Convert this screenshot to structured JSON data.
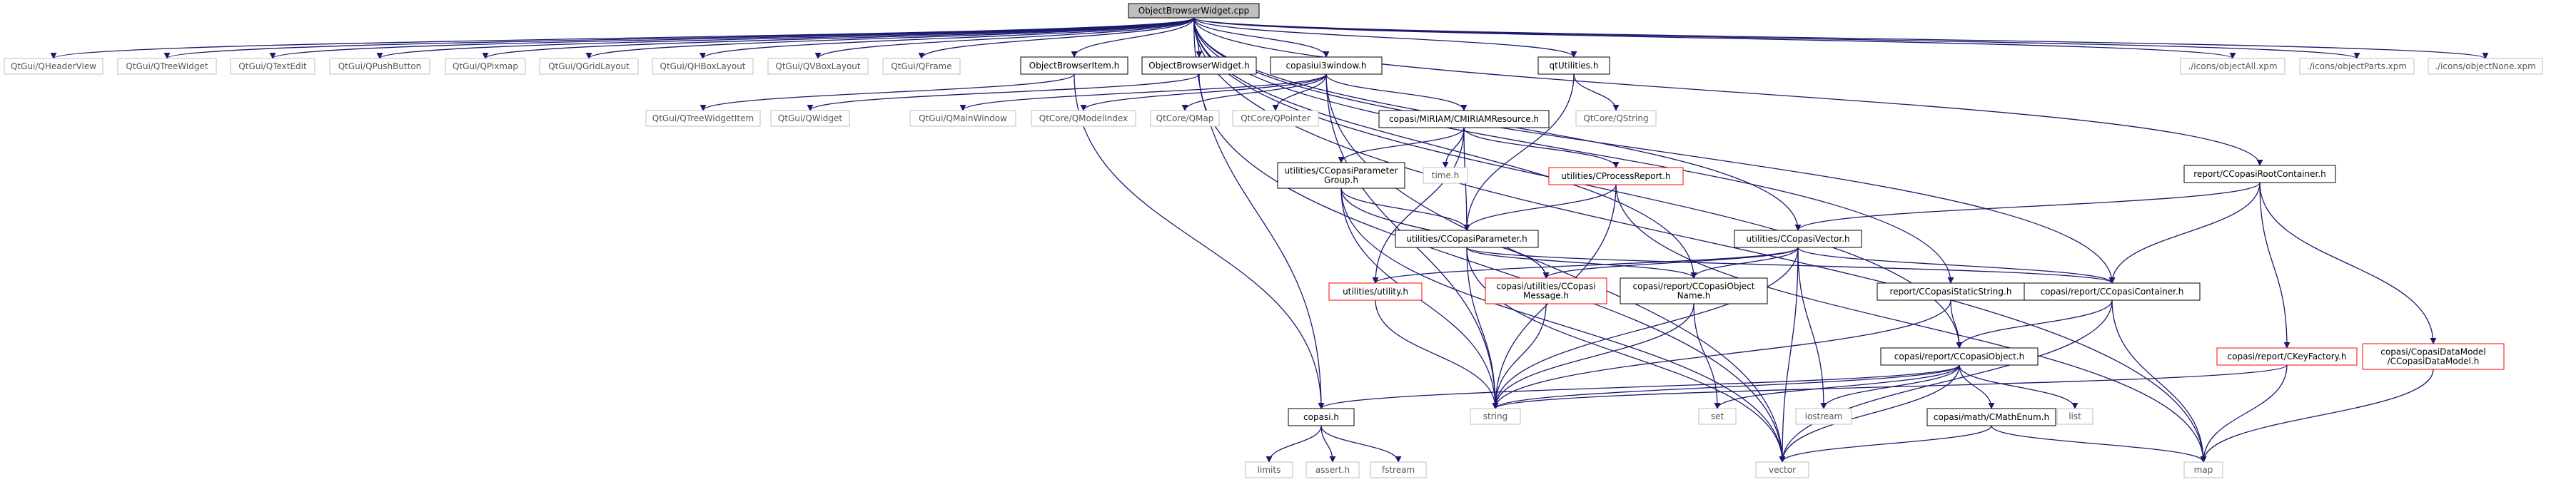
{
  "diagram": {
    "root": "n_root",
    "colors": {
      "edge": "#191970",
      "node_border": "#000000",
      "missing_border": "#bfbfbf",
      "truncated_border": "#ff0000",
      "root_fill": "#bfbfbf",
      "text": "#000000",
      "missing_text": "#555555"
    },
    "nodes": [
      {
        "id": "n_root",
        "label": [
          "ObjectBrowserWidget.cpp"
        ],
        "style": "root"
      },
      {
        "id": "n_qheaderview",
        "label": [
          "QtGui/QHeaderView"
        ],
        "style": "missing"
      },
      {
        "id": "n_qtreewidget",
        "label": [
          "QtGui/QTreeWidget"
        ],
        "style": "missing"
      },
      {
        "id": "n_qtextedit",
        "label": [
          "QtGui/QTextEdit"
        ],
        "style": "missing"
      },
      {
        "id": "n_qpushbutton",
        "label": [
          "QtGui/QPushButton"
        ],
        "style": "missing"
      },
      {
        "id": "n_qpixmap",
        "label": [
          "QtGui/QPixmap"
        ],
        "style": "missing"
      },
      {
        "id": "n_qgridlayout",
        "label": [
          "QtGui/QGridLayout"
        ],
        "style": "missing"
      },
      {
        "id": "n_qhboxlayout",
        "label": [
          "QtGui/QHBoxLayout"
        ],
        "style": "missing"
      },
      {
        "id": "n_qvboxlayout",
        "label": [
          "QtGui/QVBoxLayout"
        ],
        "style": "missing"
      },
      {
        "id": "n_qframe",
        "label": [
          "QtGui/QFrame"
        ],
        "style": "missing"
      },
      {
        "id": "n_obi",
        "label": [
          "ObjectBrowserItem.h"
        ],
        "style": "normal"
      },
      {
        "id": "n_obw",
        "label": [
          "ObjectBrowserWidget.h"
        ],
        "style": "normal"
      },
      {
        "id": "n_copasi3window",
        "label": [
          "copasiui3window.h"
        ],
        "style": "normal"
      },
      {
        "id": "n_qtutilities",
        "label": [
          "qtUtilities.h"
        ],
        "style": "normal"
      },
      {
        "id": "n_objall",
        "label": [
          "./icons/objectAll.xpm"
        ],
        "style": "missing"
      },
      {
        "id": "n_objparts",
        "label": [
          "./icons/objectParts.xpm"
        ],
        "style": "missing"
      },
      {
        "id": "n_objnone",
        "label": [
          "./icons/objectNone.xpm"
        ],
        "style": "missing"
      },
      {
        "id": "n_qtreewidgetitem",
        "label": [
          "QtGui/QTreeWidgetItem"
        ],
        "style": "missing"
      },
      {
        "id": "n_qwidget",
        "label": [
          "QtGui/QWidget"
        ],
        "style": "missing"
      },
      {
        "id": "n_qmainwindow",
        "label": [
          "QtGui/QMainWindow"
        ],
        "style": "missing"
      },
      {
        "id": "n_qmodelindex",
        "label": [
          "QtCore/QModelIndex"
        ],
        "style": "missing"
      },
      {
        "id": "n_qmap",
        "label": [
          "QtCore/QMap"
        ],
        "style": "missing"
      },
      {
        "id": "n_qpointer",
        "label": [
          "QtCore/QPointer"
        ],
        "style": "missing"
      },
      {
        "id": "n_qstring",
        "label": [
          "QtCore/QString"
        ],
        "style": "missing"
      },
      {
        "id": "n_cmiriam",
        "label": [
          "copasi/MIRIAM/CMIRIAMResource.h"
        ],
        "style": "normal"
      },
      {
        "id": "n_rootcontainer",
        "label": [
          "report/CCopasiRootContainer.h"
        ],
        "style": "normal"
      },
      {
        "id": "n_paramgroup",
        "label": [
          "utilities/CCopasiParameter",
          "Group.h"
        ],
        "style": "normal"
      },
      {
        "id": "n_timeh",
        "label": [
          "time.h"
        ],
        "style": "missing"
      },
      {
        "id": "n_cprocessreport",
        "label": [
          "utilities/CProcessReport.h"
        ],
        "style": "truncated"
      },
      {
        "id": "n_cvector",
        "label": [
          "utilities/CCopasiVector.h"
        ],
        "style": "normal"
      },
      {
        "id": "n_cparam",
        "label": [
          "utilities/CCopasiParameter.h"
        ],
        "style": "normal"
      },
      {
        "id": "n_utility",
        "label": [
          "utilities/utility.h"
        ],
        "style": "truncated"
      },
      {
        "id": "n_cmessage",
        "label": [
          "copasi/utilities/CCopasi",
          "Message.h"
        ],
        "style": "truncated"
      },
      {
        "id": "n_cobjname",
        "label": [
          "copasi/report/CCopasiObject",
          "Name.h"
        ],
        "style": "normal"
      },
      {
        "id": "n_staticstring",
        "label": [
          "report/CCopasiStaticString.h"
        ],
        "style": "normal"
      },
      {
        "id": "n_ccontainer",
        "label": [
          "copasi/report/CCopasiContainer.h"
        ],
        "style": "normal"
      },
      {
        "id": "n_ckeyfactory",
        "label": [
          "copasi/report/CKeyFactory.h"
        ],
        "style": "truncated"
      },
      {
        "id": "n_cdatamodel",
        "label": [
          "copasi/CopasiDataModel",
          "/CCopasiDataModel.h"
        ],
        "style": "truncated"
      },
      {
        "id": "n_cobject",
        "label": [
          "copasi/report/CCopasiObject.h"
        ],
        "style": "normal"
      },
      {
        "id": "n_copasih",
        "label": [
          "copasi.h"
        ],
        "style": "normal"
      },
      {
        "id": "n_string",
        "label": [
          "string"
        ],
        "style": "missing"
      },
      {
        "id": "n_set",
        "label": [
          "set"
        ],
        "style": "missing"
      },
      {
        "id": "n_iostream",
        "label": [
          "iostream"
        ],
        "style": "missing"
      },
      {
        "id": "n_cmathenum",
        "label": [
          "copasi/math/CMathEnum.h"
        ],
        "style": "normal"
      },
      {
        "id": "n_list",
        "label": [
          "list"
        ],
        "style": "missing"
      },
      {
        "id": "n_limits",
        "label": [
          "limits"
        ],
        "style": "missing"
      },
      {
        "id": "n_asserth",
        "label": [
          "assert.h"
        ],
        "style": "missing"
      },
      {
        "id": "n_fstream",
        "label": [
          "fstream"
        ],
        "style": "missing"
      },
      {
        "id": "n_vector",
        "label": [
          "vector"
        ],
        "style": "missing"
      },
      {
        "id": "n_map",
        "label": [
          "map"
        ],
        "style": "missing"
      }
    ],
    "edges": [
      [
        "n_root",
        "n_qheaderview"
      ],
      [
        "n_root",
        "n_qtreewidget"
      ],
      [
        "n_root",
        "n_qtextedit"
      ],
      [
        "n_root",
        "n_qpushbutton"
      ],
      [
        "n_root",
        "n_qpixmap"
      ],
      [
        "n_root",
        "n_qgridlayout"
      ],
      [
        "n_root",
        "n_qhboxlayout"
      ],
      [
        "n_root",
        "n_qvboxlayout"
      ],
      [
        "n_root",
        "n_qframe"
      ],
      [
        "n_root",
        "n_obi"
      ],
      [
        "n_root",
        "n_obw"
      ],
      [
        "n_root",
        "n_copasi3window"
      ],
      [
        "n_root",
        "n_qtutilities"
      ],
      [
        "n_root",
        "n_objall"
      ],
      [
        "n_root",
        "n_objparts"
      ],
      [
        "n_root",
        "n_objnone"
      ],
      [
        "n_root",
        "n_rootcontainer"
      ],
      [
        "n_root",
        "n_cvector"
      ],
      [
        "n_root",
        "n_staticstring"
      ],
      [
        "n_root",
        "n_ccontainer"
      ],
      [
        "n_root",
        "n_cobject"
      ],
      [
        "n_root",
        "n_cobjname"
      ],
      [
        "n_root",
        "n_copasih"
      ],
      [
        "n_root",
        "n_map"
      ],
      [
        "n_obi",
        "n_qtreewidgetitem"
      ],
      [
        "n_obi",
        "n_copasih"
      ],
      [
        "n_obw",
        "n_qwidget"
      ],
      [
        "n_obw",
        "n_vector"
      ],
      [
        "n_copasi3window",
        "n_qmainwindow"
      ],
      [
        "n_copasi3window",
        "n_qmodelindex"
      ],
      [
        "n_copasi3window",
        "n_qmap"
      ],
      [
        "n_copasi3window",
        "n_qpointer"
      ],
      [
        "n_copasi3window",
        "n_cmiriam"
      ],
      [
        "n_copasi3window",
        "n_string"
      ],
      [
        "n_copasi3window",
        "n_vector"
      ],
      [
        "n_qtutilities",
        "n_qstring"
      ],
      [
        "n_qtutilities",
        "n_cparam"
      ],
      [
        "n_cmiriam",
        "n_paramgroup"
      ],
      [
        "n_cmiriam",
        "n_timeh"
      ],
      [
        "n_cmiriam",
        "n_cprocessreport"
      ],
      [
        "n_cmiriam",
        "n_cparam"
      ],
      [
        "n_cmiriam",
        "n_utility"
      ],
      [
        "n_paramgroup",
        "n_cparam"
      ],
      [
        "n_paramgroup",
        "n_cmessage"
      ],
      [
        "n_paramgroup",
        "n_string"
      ],
      [
        "n_paramgroup",
        "n_vector"
      ],
      [
        "n_cprocessreport",
        "n_cparam"
      ],
      [
        "n_cprocessreport",
        "n_string"
      ],
      [
        "n_cprocessreport",
        "n_map"
      ],
      [
        "n_rootcontainer",
        "n_cvector"
      ],
      [
        "n_rootcontainer",
        "n_ccontainer"
      ],
      [
        "n_rootcontainer",
        "n_ckeyfactory"
      ],
      [
        "n_rootcontainer",
        "n_cdatamodel"
      ],
      [
        "n_cvector",
        "n_utility"
      ],
      [
        "n_cvector",
        "n_cmessage"
      ],
      [
        "n_cvector",
        "n_cobjname"
      ],
      [
        "n_cvector",
        "n_ccontainer"
      ],
      [
        "n_cvector",
        "n_iostream"
      ],
      [
        "n_cvector",
        "n_string"
      ],
      [
        "n_cvector",
        "n_vector"
      ],
      [
        "n_cparam",
        "n_cobjname"
      ],
      [
        "n_cparam",
        "n_ccontainer"
      ],
      [
        "n_cparam",
        "n_string"
      ],
      [
        "n_cparam",
        "n_vector"
      ],
      [
        "n_utility",
        "n_string"
      ],
      [
        "n_cmessage",
        "n_string"
      ],
      [
        "n_cobjname",
        "n_string"
      ],
      [
        "n_cobjname",
        "n_set"
      ],
      [
        "n_staticstring",
        "n_cobject"
      ],
      [
        "n_staticstring",
        "n_string"
      ],
      [
        "n_ccontainer",
        "n_cobject"
      ],
      [
        "n_ccontainer",
        "n_map"
      ],
      [
        "n_ccontainer",
        "n_vector"
      ],
      [
        "n_ckeyfactory",
        "n_string"
      ],
      [
        "n_ckeyfactory",
        "n_map"
      ],
      [
        "n_cdatamodel",
        "n_map"
      ],
      [
        "n_cobject",
        "n_copasih"
      ],
      [
        "n_cobject",
        "n_string"
      ],
      [
        "n_cobject",
        "n_set"
      ],
      [
        "n_cobject",
        "n_iostream"
      ],
      [
        "n_cobject",
        "n_cmathenum"
      ],
      [
        "n_cobject",
        "n_list"
      ],
      [
        "n_cobject",
        "n_vector"
      ],
      [
        "n_cmathenum",
        "n_vector"
      ],
      [
        "n_cmathenum",
        "n_map"
      ],
      [
        "n_copasih",
        "n_limits"
      ],
      [
        "n_copasih",
        "n_asserth"
      ],
      [
        "n_copasih",
        "n_fstream"
      ]
    ]
  }
}
